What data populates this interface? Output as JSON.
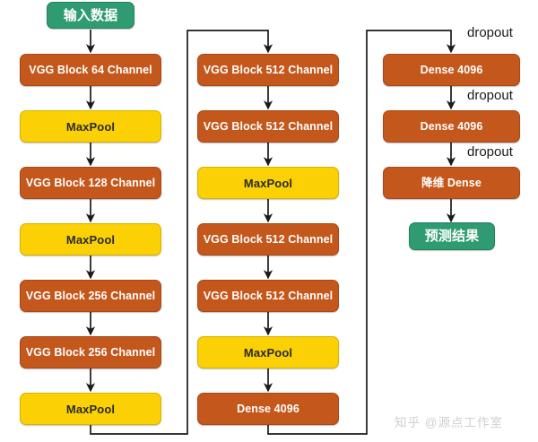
{
  "diagram": {
    "title": "VGG Network Architecture Flowchart",
    "colors": {
      "orange": "#c4571c",
      "yellow": "#fbd004",
      "green": "#2e9b70",
      "edge": "#1a1a1a",
      "background": "#ffffff",
      "watermark": "#cfcfcf"
    },
    "columns": [
      {
        "name": "column-left",
        "nodes": [
          {
            "id": "input",
            "label": "输入数据",
            "type": "green"
          },
          {
            "id": "vgg-64",
            "label": "VGG Block 64 Channel",
            "type": "orange"
          },
          {
            "id": "maxpool-1",
            "label": "MaxPool",
            "type": "yellow"
          },
          {
            "id": "vgg-128",
            "label": "VGG Block 128 Channel",
            "type": "orange"
          },
          {
            "id": "maxpool-2",
            "label": "MaxPool",
            "type": "yellow"
          },
          {
            "id": "vgg-256-a",
            "label": "VGG Block 256 Channel",
            "type": "orange"
          },
          {
            "id": "vgg-256-b",
            "label": "VGG Block 256 Channel",
            "type": "orange"
          },
          {
            "id": "maxpool-3",
            "label": "MaxPool",
            "type": "yellow"
          }
        ]
      },
      {
        "name": "column-middle",
        "nodes": [
          {
            "id": "vgg-512-a",
            "label": "VGG Block 512 Channel",
            "type": "orange"
          },
          {
            "id": "vgg-512-b",
            "label": "VGG Block 512 Channel",
            "type": "orange"
          },
          {
            "id": "maxpool-4",
            "label": "MaxPool",
            "type": "yellow"
          },
          {
            "id": "vgg-512-c",
            "label": "VGG Block 512 Channel",
            "type": "orange"
          },
          {
            "id": "vgg-512-d",
            "label": "VGG Block 512 Channel",
            "type": "orange"
          },
          {
            "id": "maxpool-5",
            "label": "MaxPool",
            "type": "yellow"
          },
          {
            "id": "dense-4096-a",
            "label": "Dense 4096",
            "type": "orange"
          }
        ]
      },
      {
        "name": "column-right",
        "nodes": [
          {
            "id": "dense-4096-b",
            "label": "Dense 4096",
            "type": "orange"
          },
          {
            "id": "dense-4096-c",
            "label": "Dense 4096",
            "type": "orange"
          },
          {
            "id": "dense-reduce",
            "label": "降维 Dense",
            "type": "orange"
          },
          {
            "id": "output",
            "label": "预测结果",
            "type": "green"
          }
        ]
      }
    ],
    "edge_labels": [
      {
        "id": "dropout-1",
        "text": "dropout"
      },
      {
        "id": "dropout-2",
        "text": "dropout"
      },
      {
        "id": "dropout-3",
        "text": "dropout"
      }
    ],
    "watermark": "知乎 @源点工作室"
  }
}
